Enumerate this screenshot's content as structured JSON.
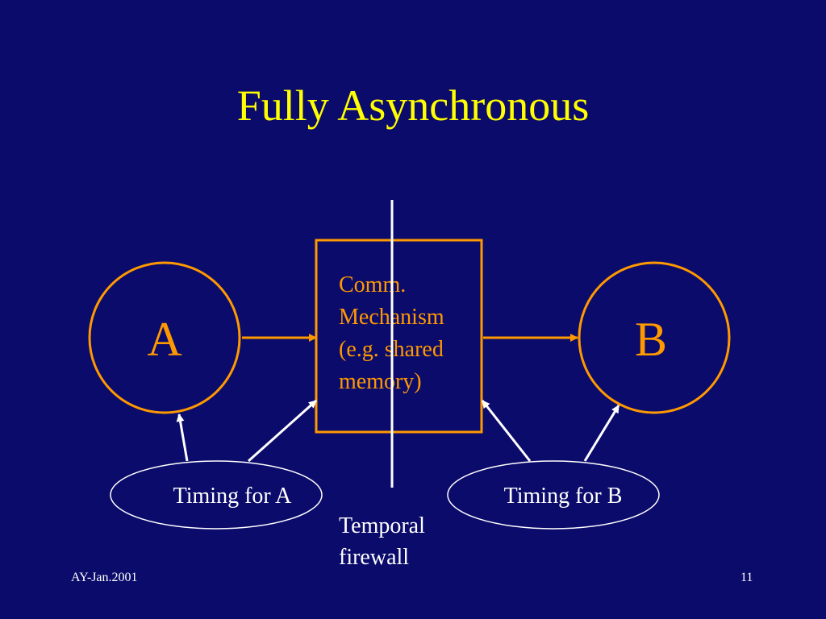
{
  "slide": {
    "title": "Fully Asynchronous",
    "footer_left": "AY-Jan.2001",
    "page_number": "11"
  },
  "diagram": {
    "node_a": "A",
    "node_b": "B",
    "comm_lines": [
      "Comm.",
      "Mechanism",
      "(e.g. shared",
      "memory)"
    ],
    "timing_a": "Timing for A",
    "timing_b": "Timing for B",
    "firewall_lines": [
      "Temporal",
      "firewall"
    ]
  },
  "colors": {
    "background": "#0b0b6b",
    "title": "#ffff00",
    "accent": "#ff9900",
    "text": "#ffffff"
  }
}
